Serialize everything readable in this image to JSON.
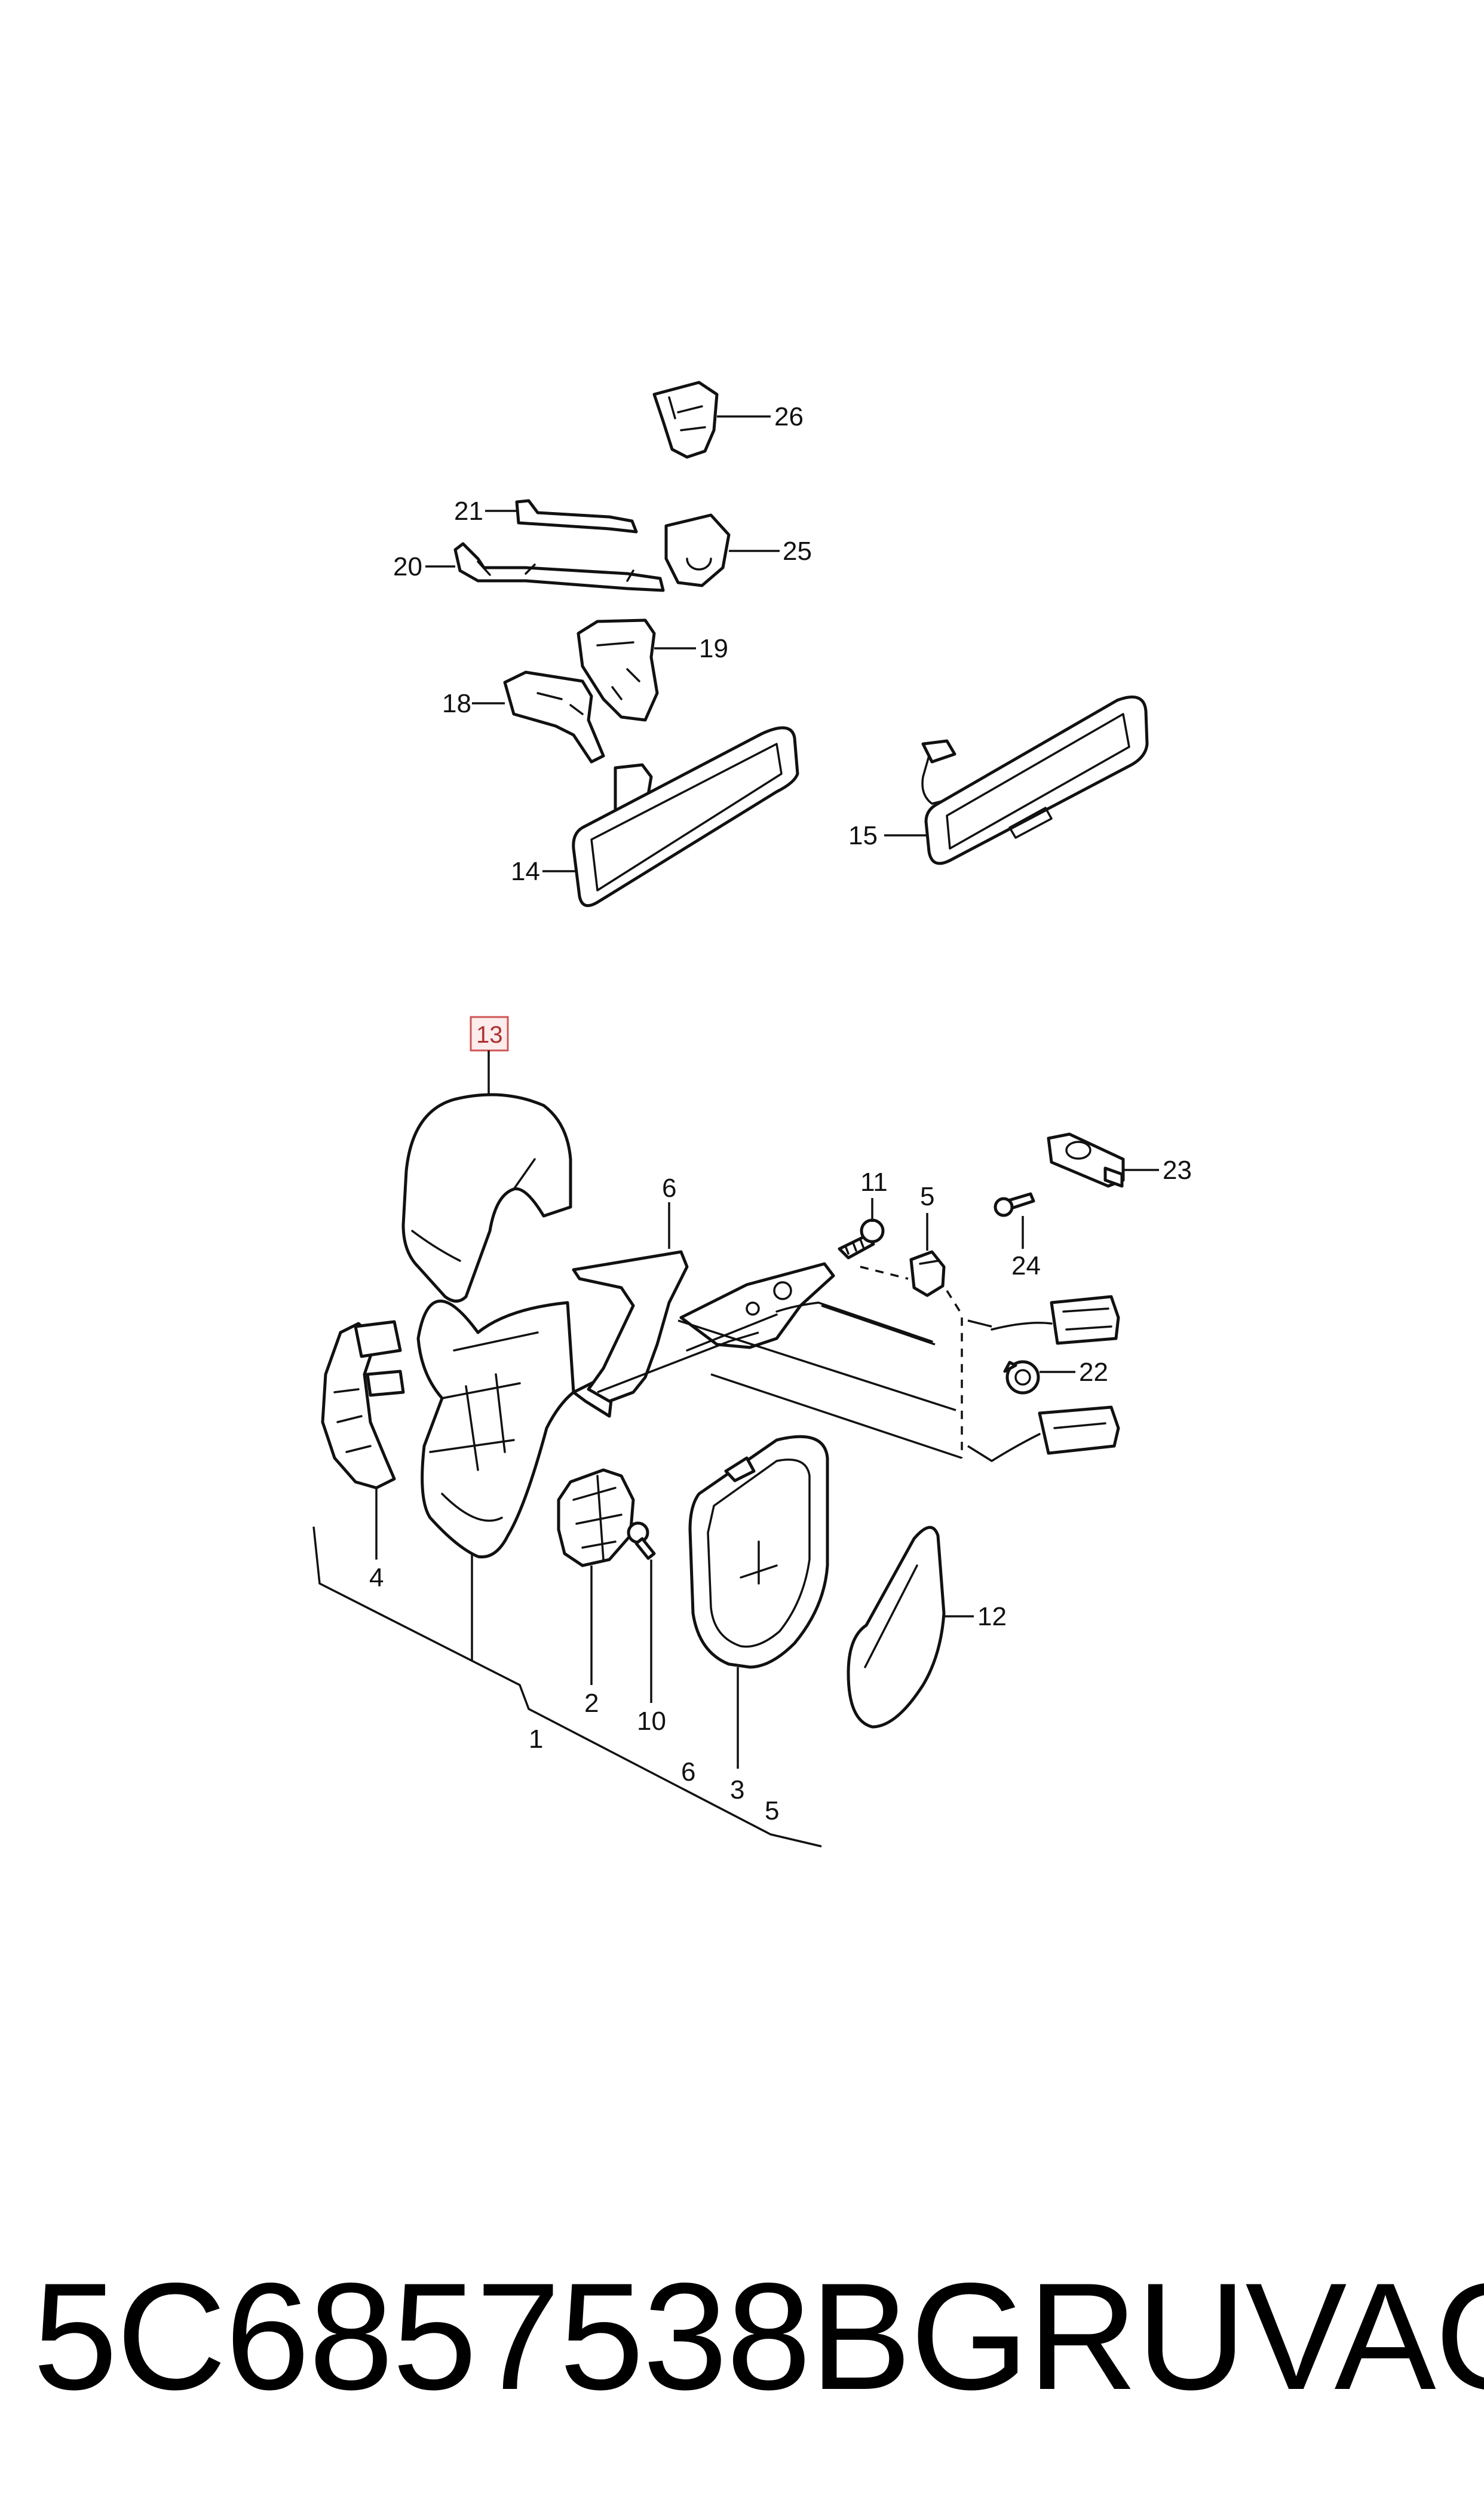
{
  "diagram": {
    "callouts": {
      "c1": "1",
      "c2": "2",
      "c3": "3",
      "c4": "4",
      "c5a": "5",
      "c5b": "5",
      "c6a": "6",
      "c6b": "6",
      "c10": "10",
      "c11": "11",
      "c12": "12",
      "c13": "13",
      "c14": "14",
      "c15": "15",
      "c18": "18",
      "c19": "19",
      "c20": "20",
      "c21": "21",
      "c22": "22",
      "c23": "23",
      "c24": "24",
      "c25": "25",
      "c26": "26"
    },
    "highlighted_callout": "13",
    "highlight_color": "#d05555"
  },
  "caption": {
    "part_number": "5C6857538BGRU",
    "brand": "VAG"
  }
}
